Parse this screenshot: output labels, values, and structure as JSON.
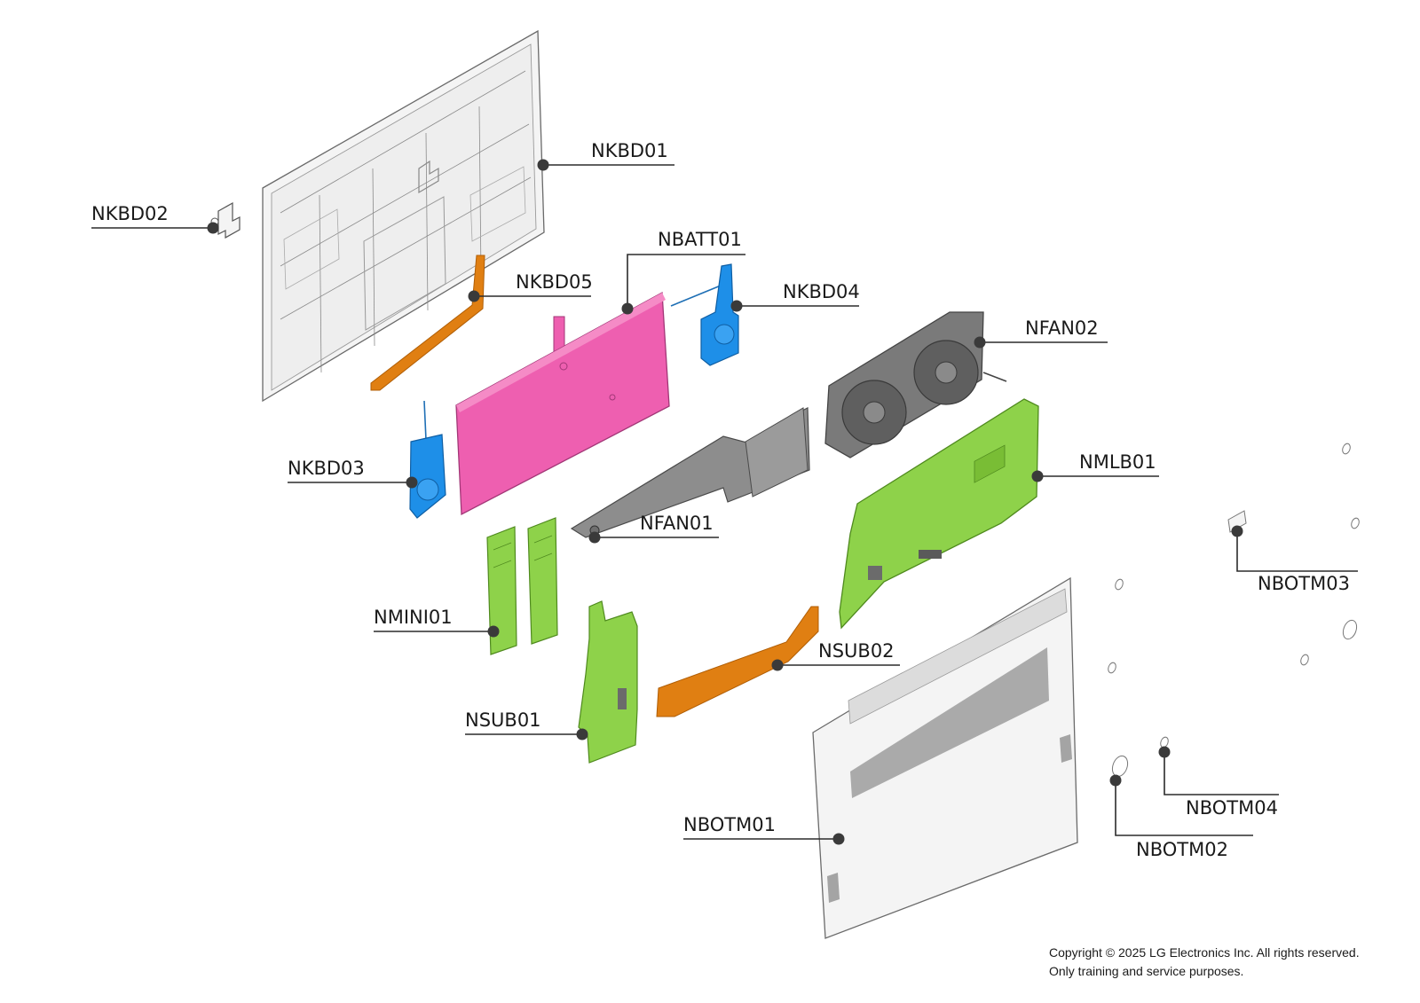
{
  "parts": {
    "NKBD01": "NKBD01",
    "NKBD02": "NKBD02",
    "NKBD03": "NKBD03",
    "NKBD04": "NKBD04",
    "NKBD05": "NKBD05",
    "NBATT01": "NBATT01",
    "NFAN01": "NFAN01",
    "NFAN02": "NFAN02",
    "NMLB01": "NMLB01",
    "NMINI01": "NMINI01",
    "NSUB01": "NSUB01",
    "NSUB02": "NSUB02",
    "NBOTM01": "NBOTM01",
    "NBOTM02": "NBOTM02",
    "NBOTM03": "NBOTM03",
    "NBOTM04": "NBOTM04"
  },
  "colors": {
    "battery": "#ee5fb0",
    "speaker": "#1e8fe8",
    "fpc": "#e07f12",
    "board": "#8ed24a",
    "heatpipe": "#8d8d8d",
    "fan": "#7a7a7a",
    "chassis": "#f3f3f3"
  },
  "footer": {
    "copyright_line1": "Copyright © 2025 LG Electronics Inc. All rights reserved.",
    "copyright_line2": "Only training and service purposes."
  }
}
